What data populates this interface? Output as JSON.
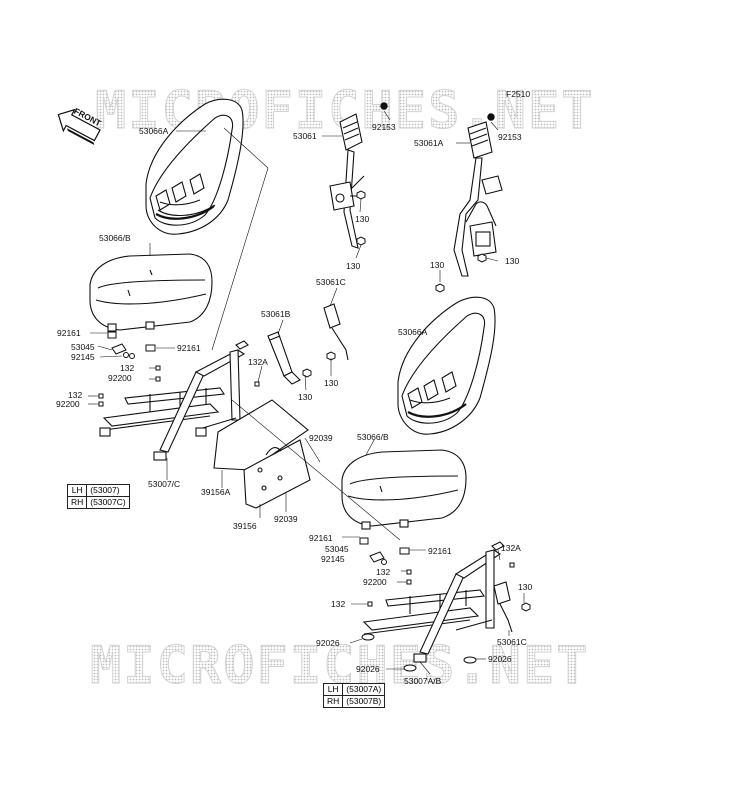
{
  "watermark": "MICROFICHES.NET",
  "front_label": "FRONT",
  "figure_code": "F2510",
  "labels": {
    "l53066A_top": "53066A",
    "l53061": "53061",
    "l92153_a": "92153",
    "l92153_b": "92153",
    "l53061A": "53061A",
    "l130_a": "130",
    "l130_b": "130",
    "l130_c": "130",
    "l130_d": "130",
    "l130_e": "130",
    "l130_f": "130",
    "l130_g": "130",
    "l53061C_a": "53061C",
    "l53066B_a": "53066/B",
    "l53061B": "53061B",
    "l92161_a": "92161",
    "l53045_a": "53045",
    "l92145_a": "92145",
    "l92161_b": "92161",
    "l132A_a": "132A",
    "l132_a": "132",
    "l92200_a": "92200",
    "l132_b": "132",
    "l92200_b": "92200",
    "l92039_a": "92039",
    "l53007C": "53007/C",
    "l39156A": "39156A",
    "l39156": "39156",
    "l92039_b": "92039",
    "l53066A_b": "53066A",
    "l53066B_b": "53066/B",
    "l92161_c": "92161",
    "l53045_b": "53045",
    "l92145_b": "92145",
    "l92161_d": "92161",
    "l132A_b": "132A",
    "l132_c": "132",
    "l92200_c": "92200",
    "l132_d": "132",
    "l92026_a": "92026",
    "l92026_b": "92026",
    "l92026_c": "92026",
    "l53061C_b": "53061C",
    "l53007AB": "53007A/B"
  },
  "tables": {
    "t1": {
      "lh": "LH",
      "lh_code": "(53007)",
      "rh": "RH",
      "rh_code": "(53007C)"
    },
    "t2": {
      "lh": "LH",
      "lh_code": "(53007A)",
      "rh": "RH",
      "rh_code": "(53007B)"
    }
  }
}
